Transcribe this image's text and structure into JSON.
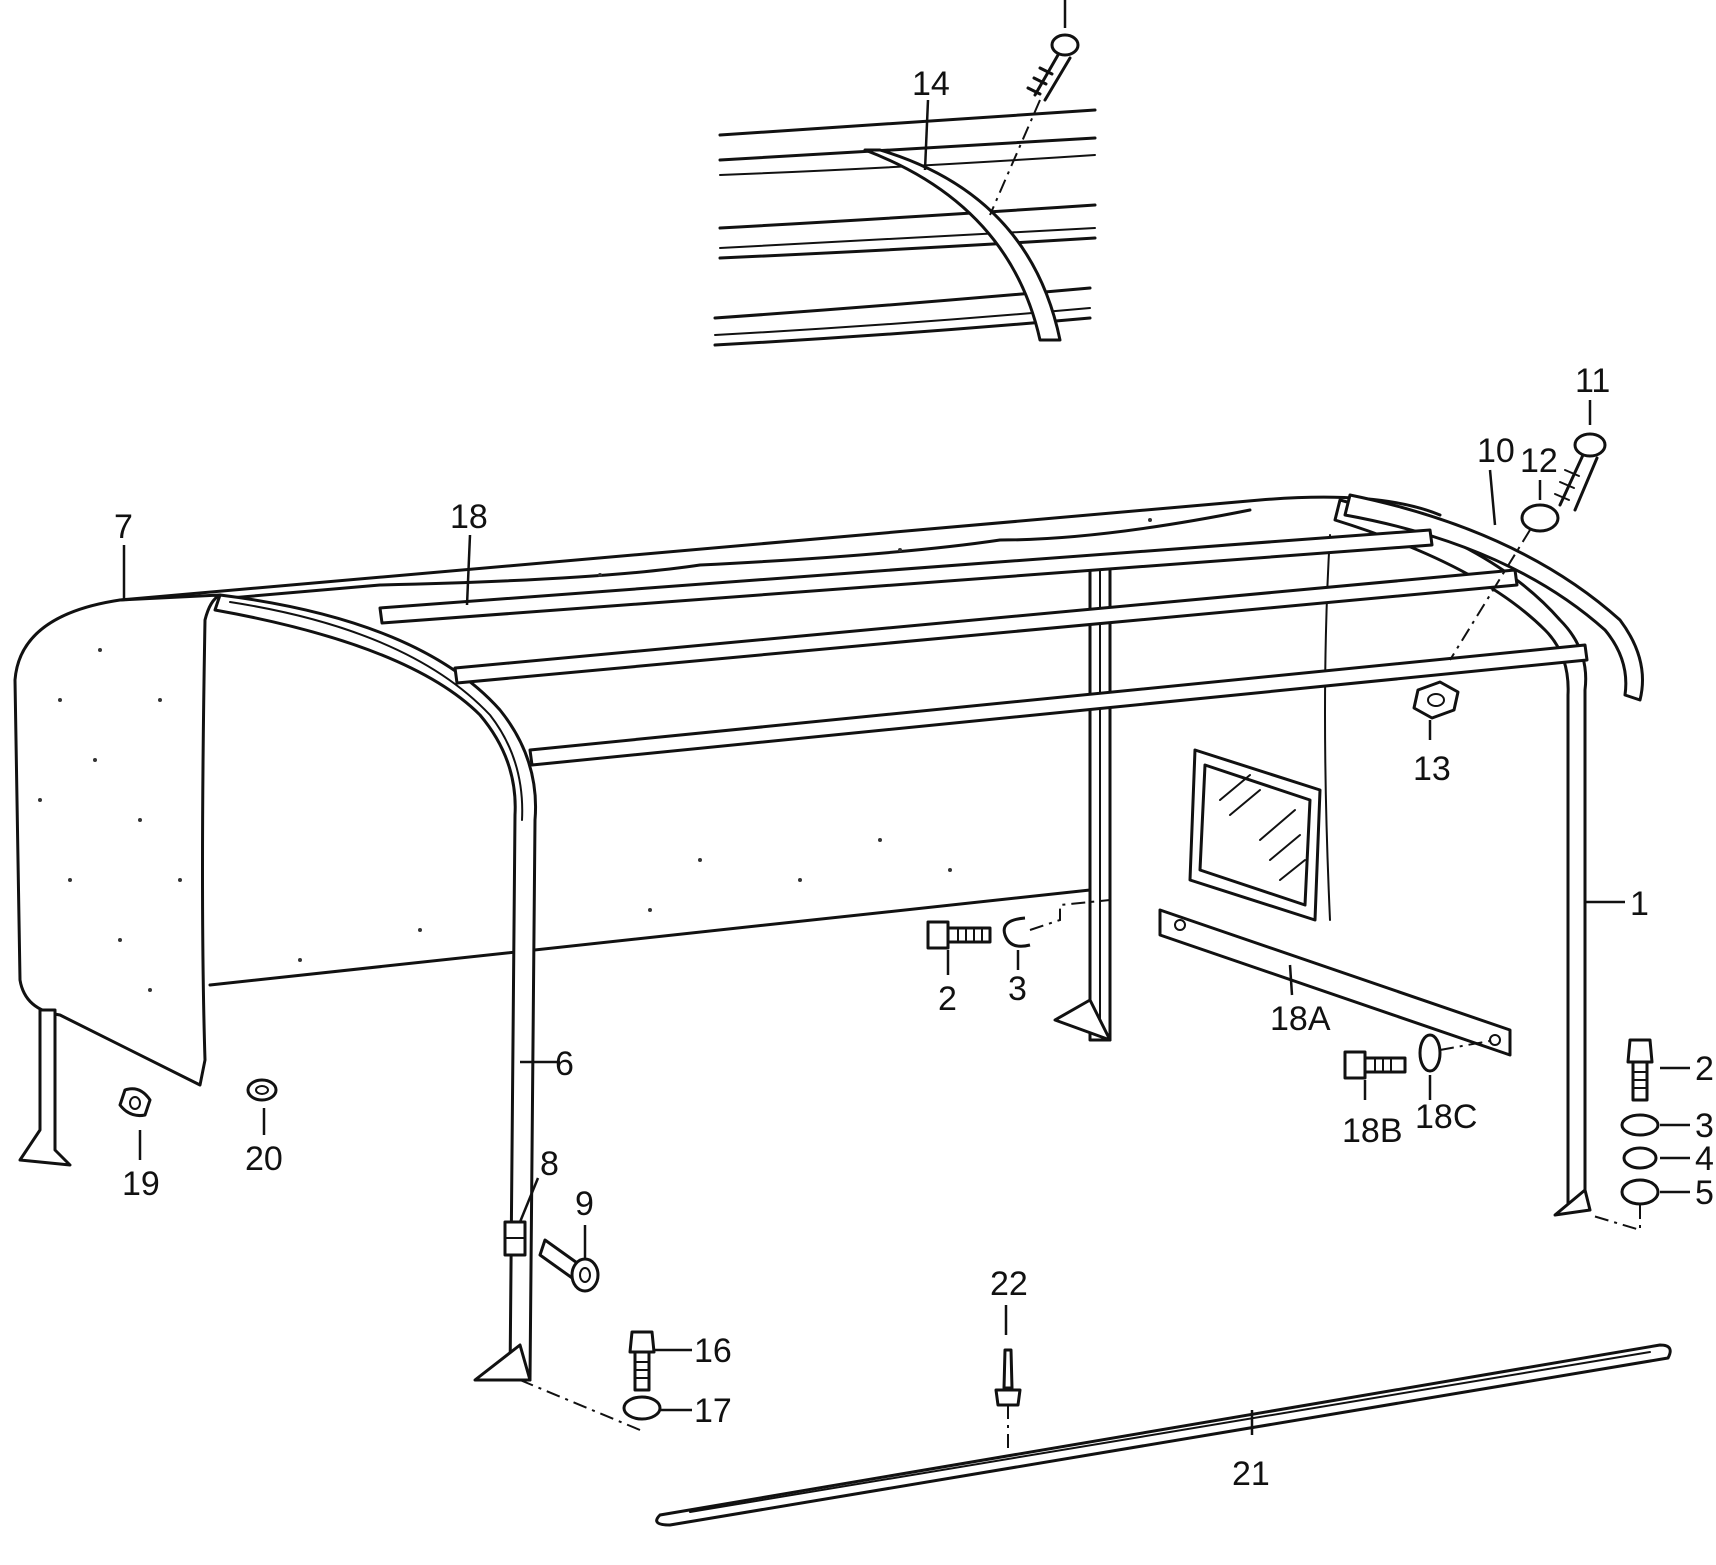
{
  "labels": {
    "l1": "1",
    "l2a": "2",
    "l2b": "2",
    "l3a": "3",
    "l3b": "3",
    "l4": "4",
    "l5": "5",
    "l6": "6",
    "l7": "7",
    "l8": "8",
    "l9": "9",
    "l10": "10",
    "l11": "11",
    "l12": "12",
    "l13": "13",
    "l14": "14",
    "l16": "16",
    "l17": "17",
    "l18": "18",
    "l18A": "18A",
    "l18B": "18B",
    "l18C": "18C",
    "l19": "19",
    "l20": "20",
    "l21": "21",
    "l22": "22"
  }
}
